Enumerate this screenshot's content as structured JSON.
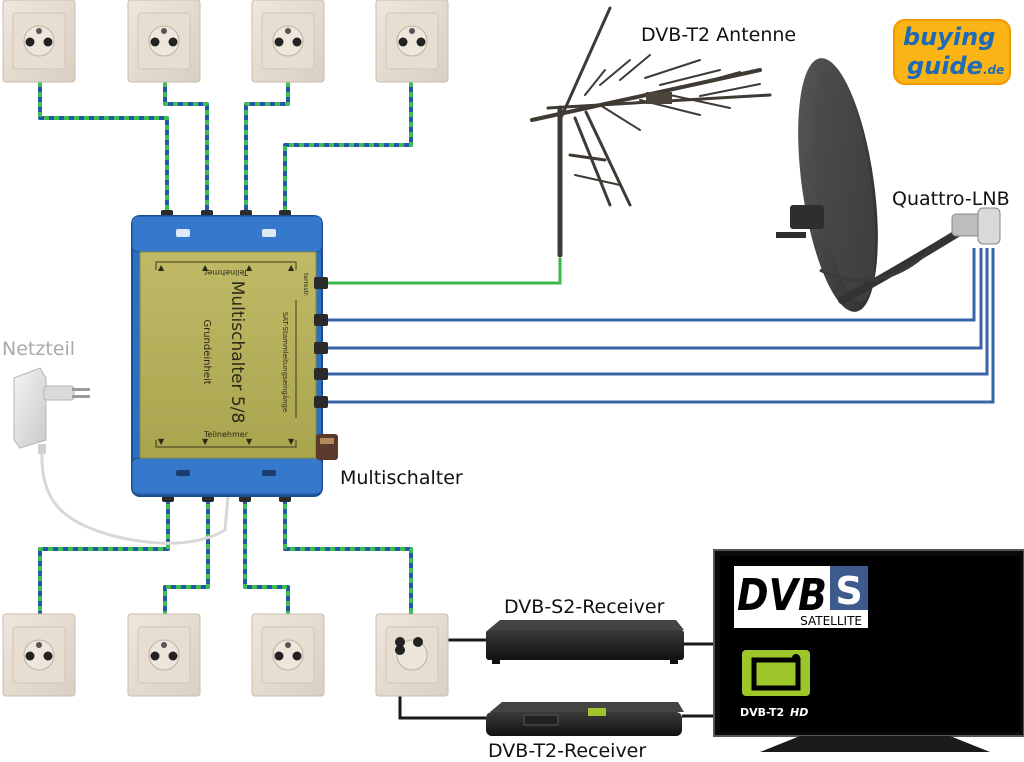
{
  "labels": {
    "dvbt2_antenna": "DVB-T2 Antenne",
    "quattro_lnb": "Quattro-LNB",
    "netzteil": "Netzteil",
    "multischalter": "Multischalter",
    "dvb_s2_receiver": "DVB-S2-Receiver",
    "dvb_t2_receiver": "DVB-T2-Receiver"
  },
  "multiswitch": {
    "title": "Multischalter 5/8",
    "subtitle": "Grundeinheit",
    "top_strip": "Teilnehmer",
    "bottom_strip": "Teilnehmer",
    "side_text": "SAT-Stammleitungseingänge",
    "terr_label": "terrestr."
  },
  "logo": {
    "line1": "buying",
    "line2": "guide",
    "tld": ".de"
  },
  "tv": {
    "dvb_wordmark": "DVB",
    "dvb_s": "S",
    "satellite": "SATELLITE",
    "dvbt2_badge": "DVB-T2",
    "hd": "HD"
  },
  "colors": {
    "coax_green": "#2f9e3a",
    "coax_blue": "#2457a6",
    "sat_blue": "#3a64a8",
    "antenna_green": "#3ab84a",
    "switch_blue": "#2c6fc1",
    "switch_panel": "#b7b15a",
    "black_cable": "#1a1a1a",
    "dvbt2_lime": "#9cc62a",
    "logo_orange": "#fbb416",
    "logo_blue": "#1f6bb5"
  }
}
